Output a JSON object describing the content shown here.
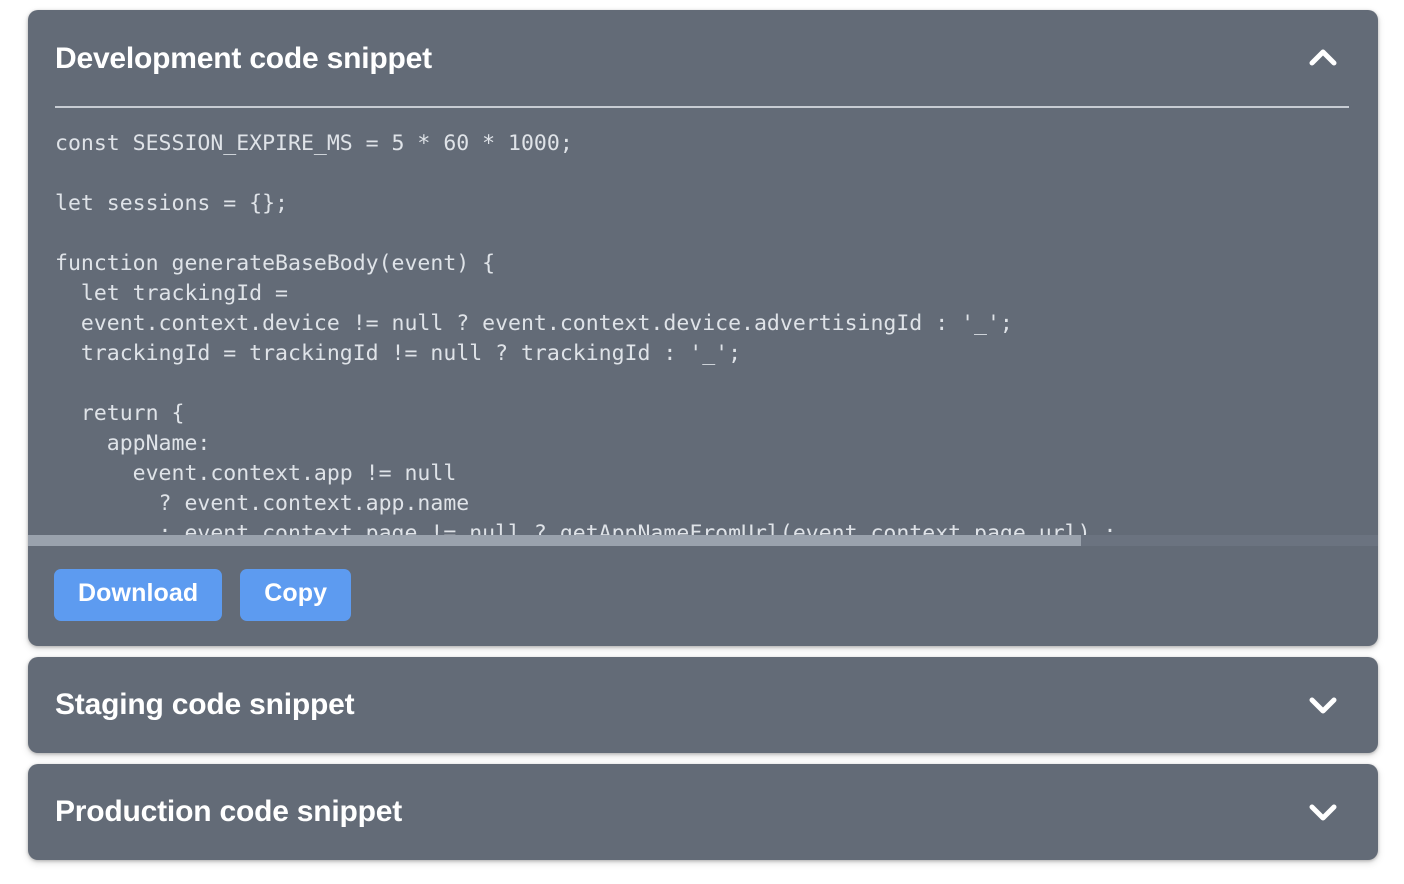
{
  "accordion": {
    "panels": [
      {
        "id": "development",
        "title": "Development code snippet",
        "expanded": true,
        "chevron_icon": "chevron-up-icon",
        "code": "const SESSION_EXPIRE_MS = 5 * 60 * 1000;\n\nlet sessions = {};\n\nfunction generateBaseBody(event) {\n  let trackingId =\n  event.context.device != null ? event.context.device.advertisingId : '_';\n  trackingId = trackingId != null ? trackingId : '_';\n\n  return {\n    appName:\n      event.context.app != null\n        ? event.context.app.name\n        : event.context.page != null ? getAppNameFromUrl(event.context.page.url) :",
        "buttons": [
          {
            "id": "download",
            "label": "Download"
          },
          {
            "id": "copy",
            "label": "Copy"
          }
        ]
      },
      {
        "id": "staging",
        "title": "Staging code snippet",
        "expanded": false,
        "chevron_icon": "chevron-down-icon"
      },
      {
        "id": "production",
        "title": "Production code snippet",
        "expanded": false,
        "chevron_icon": "chevron-down-icon"
      }
    ]
  },
  "colors": {
    "page_background": "#ffffff",
    "panel_background": "#636b77",
    "title_text": "#ffffff",
    "code_text": "#dfe3e8",
    "divider": "#c7ccd3",
    "button_accent": "#5d9bf0",
    "button_text": "#ffffff",
    "scrollbar_track": "#6b7380",
    "scrollbar_thumb": "#9aa2ad"
  }
}
